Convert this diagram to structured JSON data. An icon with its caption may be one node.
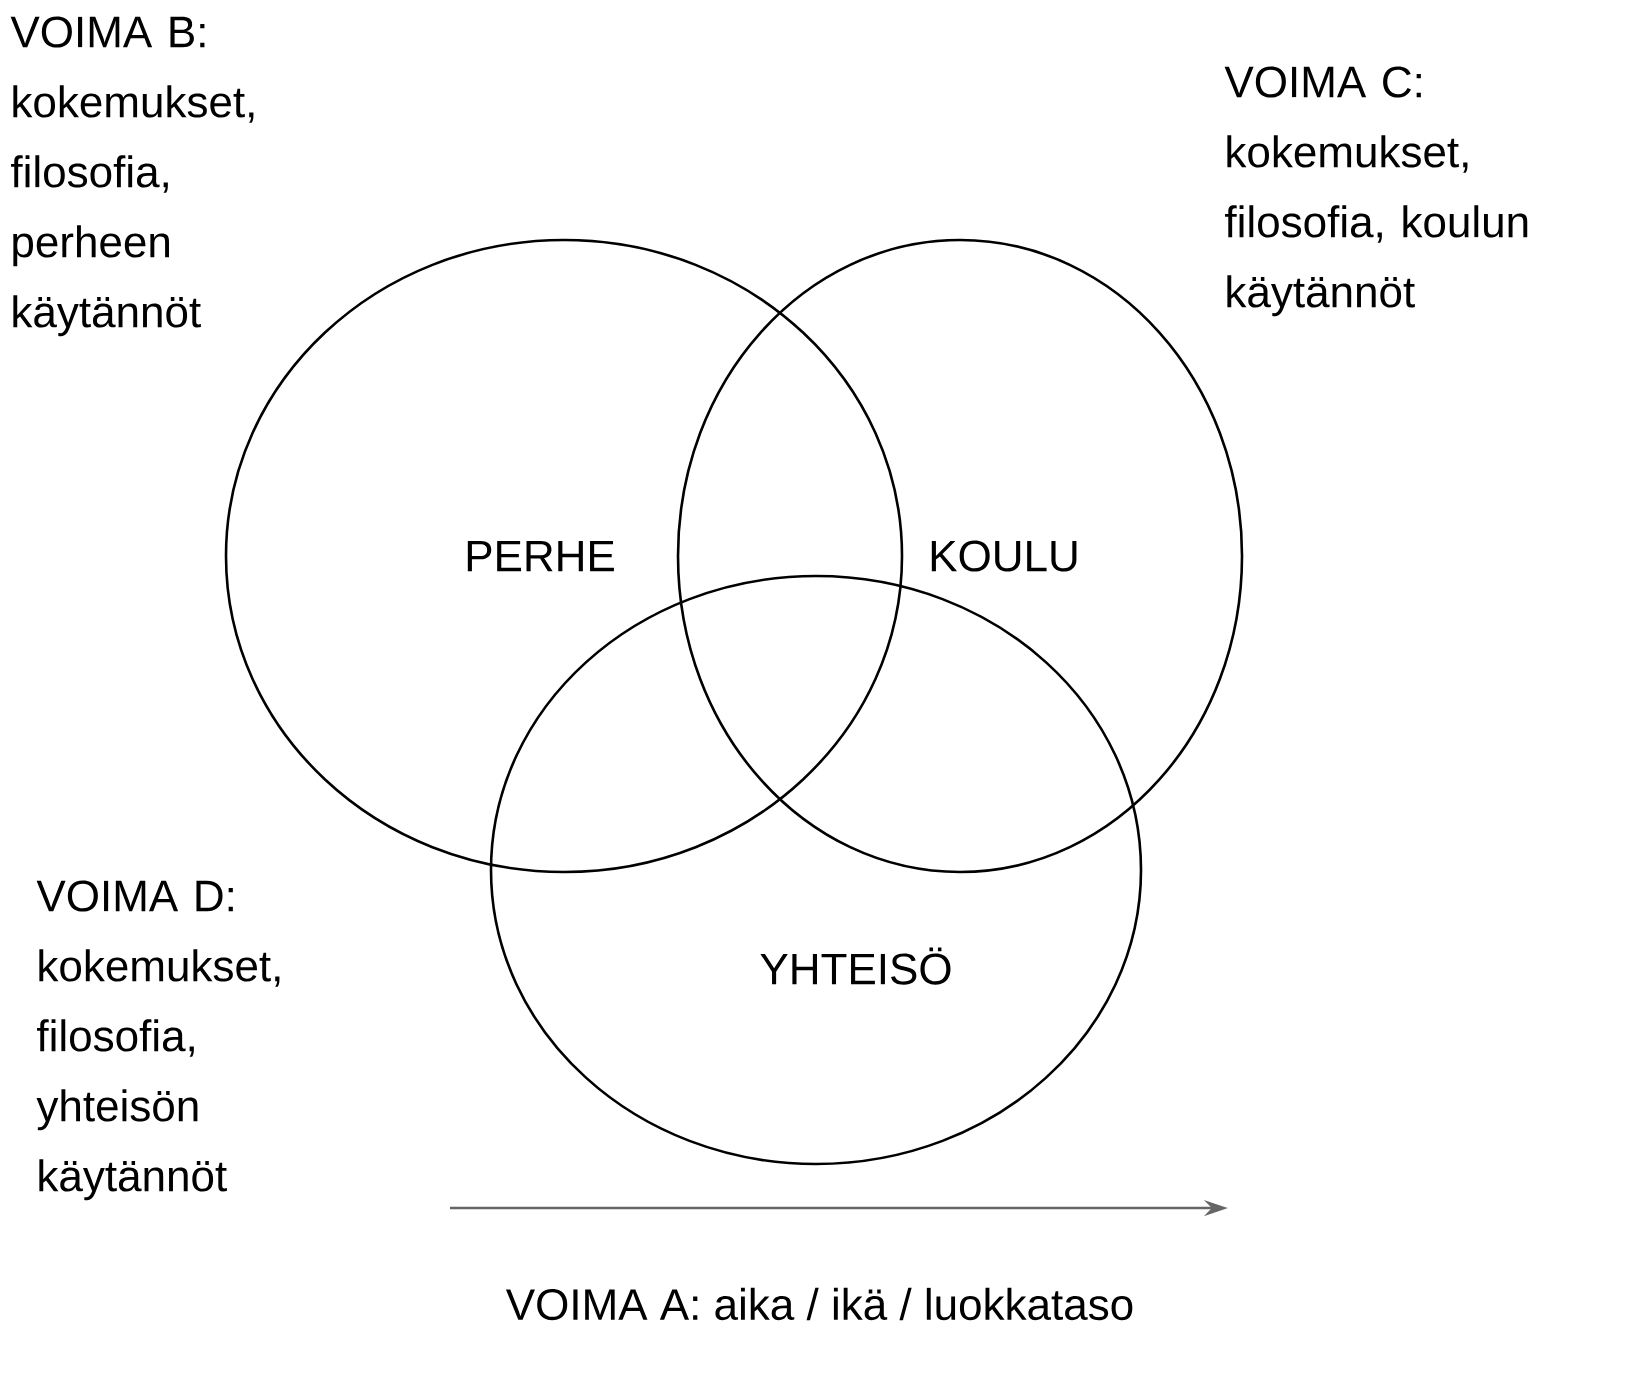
{
  "diagram": {
    "nodes": [
      {
        "text": [
          "PERHE"
        ]
      },
      {
        "text": [
          "KOULU"
        ]
      },
      {
        "text": [
          "YHTEISÖ"
        ]
      }
    ],
    "labels": [
      "VOIMA B: kokemukset, filosofia, perheen käytännöt",
      "VOIMA C: kokemukset, filosofia, koulun käytännöt",
      "VOIMA D: kokemukset, filosofia, yhteisön käytännöt",
      "VOIMA A: aika / ikä / luokkataso"
    ]
  }
}
